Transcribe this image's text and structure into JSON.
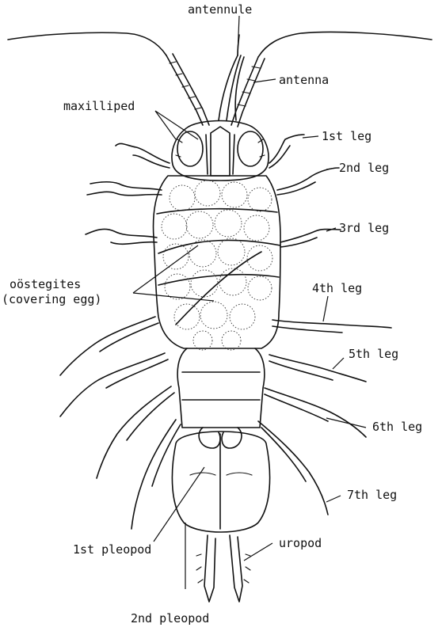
{
  "labels": {
    "antennule": "antennule",
    "antenna": "antenna",
    "maxilliped": "maxilliped",
    "leg1": "1st leg",
    "leg2": "2nd leg",
    "leg3": "3rd leg",
    "oostegites_line1": "oöstegites",
    "oostegites_line2": "(covering egg)",
    "leg4": "4th leg",
    "leg5": "5th leg",
    "leg6": "6th leg",
    "leg7": "7th leg",
    "pleopod1": "1st pleopod",
    "uropod": "uropod",
    "pleopod2": "2nd pleopod"
  },
  "colors": {
    "ink": "#111111",
    "background": "#ffffff"
  }
}
